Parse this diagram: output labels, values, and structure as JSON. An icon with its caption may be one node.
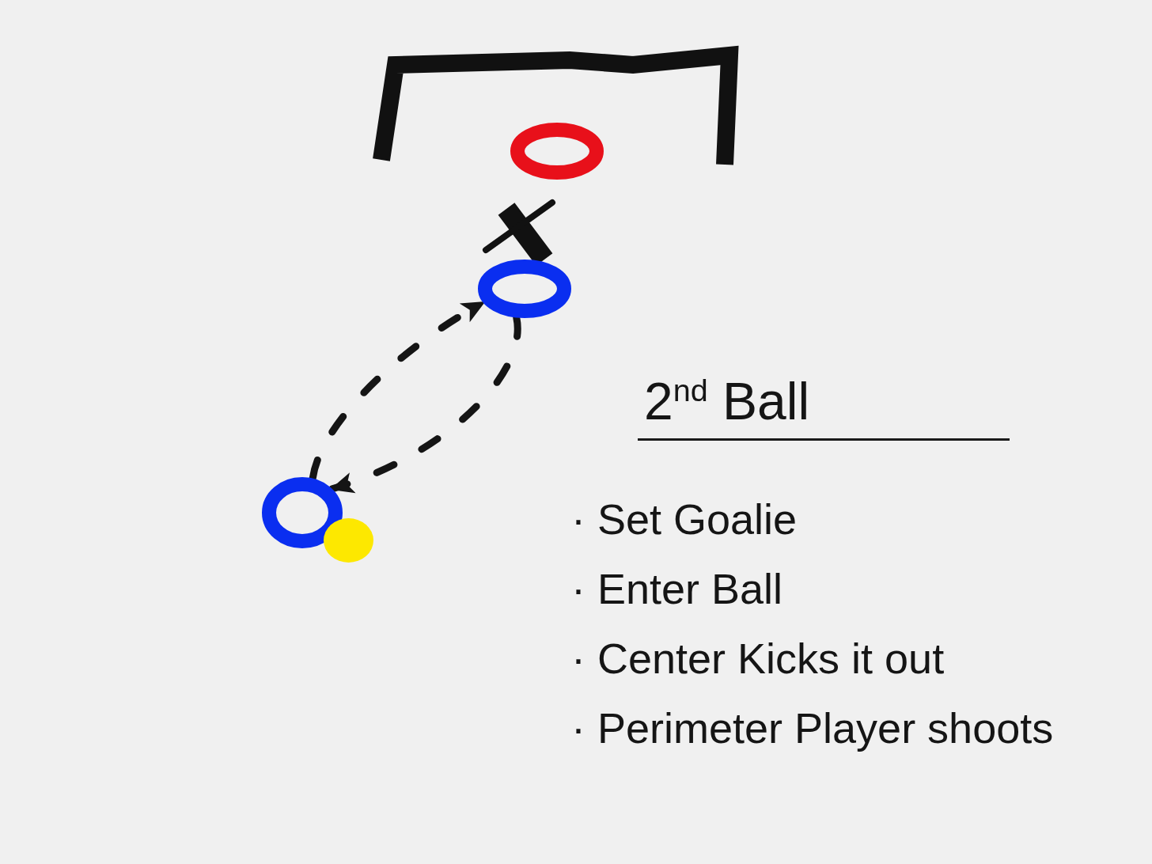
{
  "diagram": {
    "title": "2$^{nd}$ Ball",
    "nodes": [
      {
        "text": [],
        "shape": "circle"
      },
      {
        "text": [],
        "shape": "circle"
      },
      {
        "text": [],
        "shape": "circle"
      },
      {
        "text": [],
        "shape": "circle"
      }
    ],
    "edges": [
      {
        "from": 2,
        "to": 1,
        "arrow": "to",
        "style": "dashed"
      },
      {
        "from": 1,
        "to": 2,
        "arrow": "to",
        "style": "dashed"
      }
    ],
    "labels": [
      "· Set Goalie",
      "· Enter Ball",
      "· Center Kicks it out",
      "· Perimeter Player shoots"
    ]
  }
}
